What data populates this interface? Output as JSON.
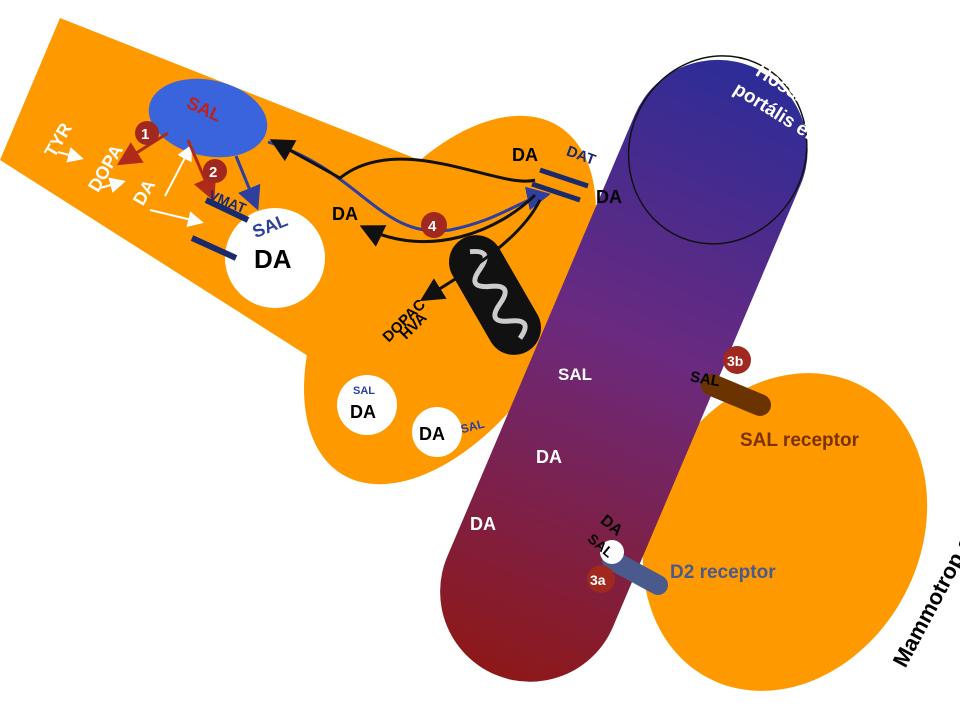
{
  "labels": {
    "tyr": "TYR",
    "dopa": "DOPA",
    "da_synth": "DA",
    "sal_top": "SAL",
    "step1": "1",
    "step2": "2",
    "vmat": "VMAT",
    "sal_vesicle": "SAL",
    "da_vesicle": "DA",
    "da_cyto": "DA",
    "step4": "4",
    "dopac": "DOPAC",
    "hva": "HVA",
    "da_dat_top": "DA",
    "dat": "DAT",
    "da_dat_right": "DA",
    "vessel_title_1": "Hosszú",
    "vessel_title_2": "portális ér",
    "ves2_sal": "SAL",
    "ves2_da": "DA",
    "ves3_da": "DA",
    "ves3_sal": "SAL",
    "vessel_sal": "SAL",
    "vessel_da_1": "DA",
    "vessel_da_2": "DA",
    "step3b": "3b",
    "receptor_sal_label": "SAL",
    "sal_receptor": "SAL receptor",
    "d2_da": "DA",
    "d2_sal": "SAL",
    "step3a": "3a",
    "d2_receptor": "D2 receptor",
    "mammotrop": "Mammotrop sejt"
  },
  "colors": {
    "cell": "#ff9900",
    "vessel_top": "#2e2e96",
    "vessel_bottom": "#8c1a1a",
    "navy": "#1a2a6c",
    "step_circle": "#a0281e",
    "sal_blue": "#2e3fa0",
    "sal_red": "#c0201a",
    "receptor_brown": "#6b3300",
    "receptor_grey": "#4a5a8c"
  }
}
